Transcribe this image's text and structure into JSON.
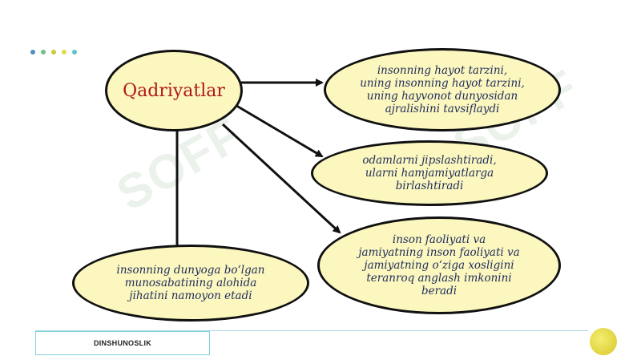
{
  "header": {
    "dots": [
      "#4f8fbf",
      "#6fbf8a",
      "#c9c93a",
      "#e4d94a",
      "#5fc3c8"
    ]
  },
  "watermark": {
    "text": "SOFF"
  },
  "diagram": {
    "center": {
      "label": "Qadriyatlar"
    },
    "nodes": [
      {
        "text": "insonning hayot tarzini,\nuning insonning hayot tarzini,\nuning hayvonot dunyosidan\najralishini tavsiflaydi"
      },
      {
        "text": "odamlarni jipslashtiradi,\nularni hamjamiyatlarga\nbirlashtiradi"
      },
      {
        "text": "inson faoliyati va\njamiyatning inson faoliyati va\njamiyatning o‘ziga xosligini\nteranroq anglash imkonini\nberadi"
      },
      {
        "text": "insonning dunyoga bo‘lgan\nmunosabatining alohida\njihatini namoyon etadi"
      }
    ],
    "colors": {
      "fill": "#fbf7bf",
      "stroke": "#111111",
      "title": "#b01818",
      "text": "#1f2b5a"
    }
  },
  "footer": {
    "label": "DINSHUNOSLIK"
  }
}
